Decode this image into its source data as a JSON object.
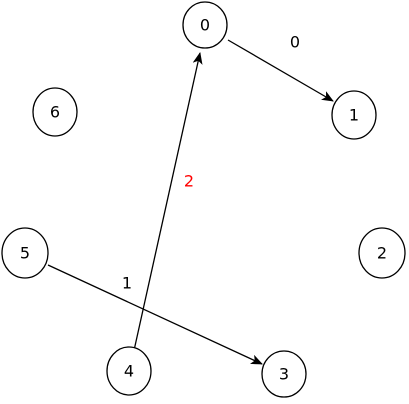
{
  "nodes": [
    {
      "id": "0",
      "label": "0"
    },
    {
      "id": "1",
      "label": "1"
    },
    {
      "id": "2",
      "label": "2"
    },
    {
      "id": "3",
      "label": "3"
    },
    {
      "id": "4",
      "label": "4"
    },
    {
      "id": "5",
      "label": "5"
    },
    {
      "id": "6",
      "label": "6"
    }
  ],
  "edges": [
    {
      "from": "0",
      "to": "1",
      "label": "0",
      "label_color": "#000000"
    },
    {
      "from": "5",
      "to": "3",
      "label": "1",
      "label_color": "#000000"
    },
    {
      "from": "4",
      "to": "0",
      "label": "2",
      "label_color": "#ff0000"
    }
  ],
  "colors": {
    "stroke": "#000000",
    "highlight": "#ff0000",
    "background": "#ffffff"
  }
}
